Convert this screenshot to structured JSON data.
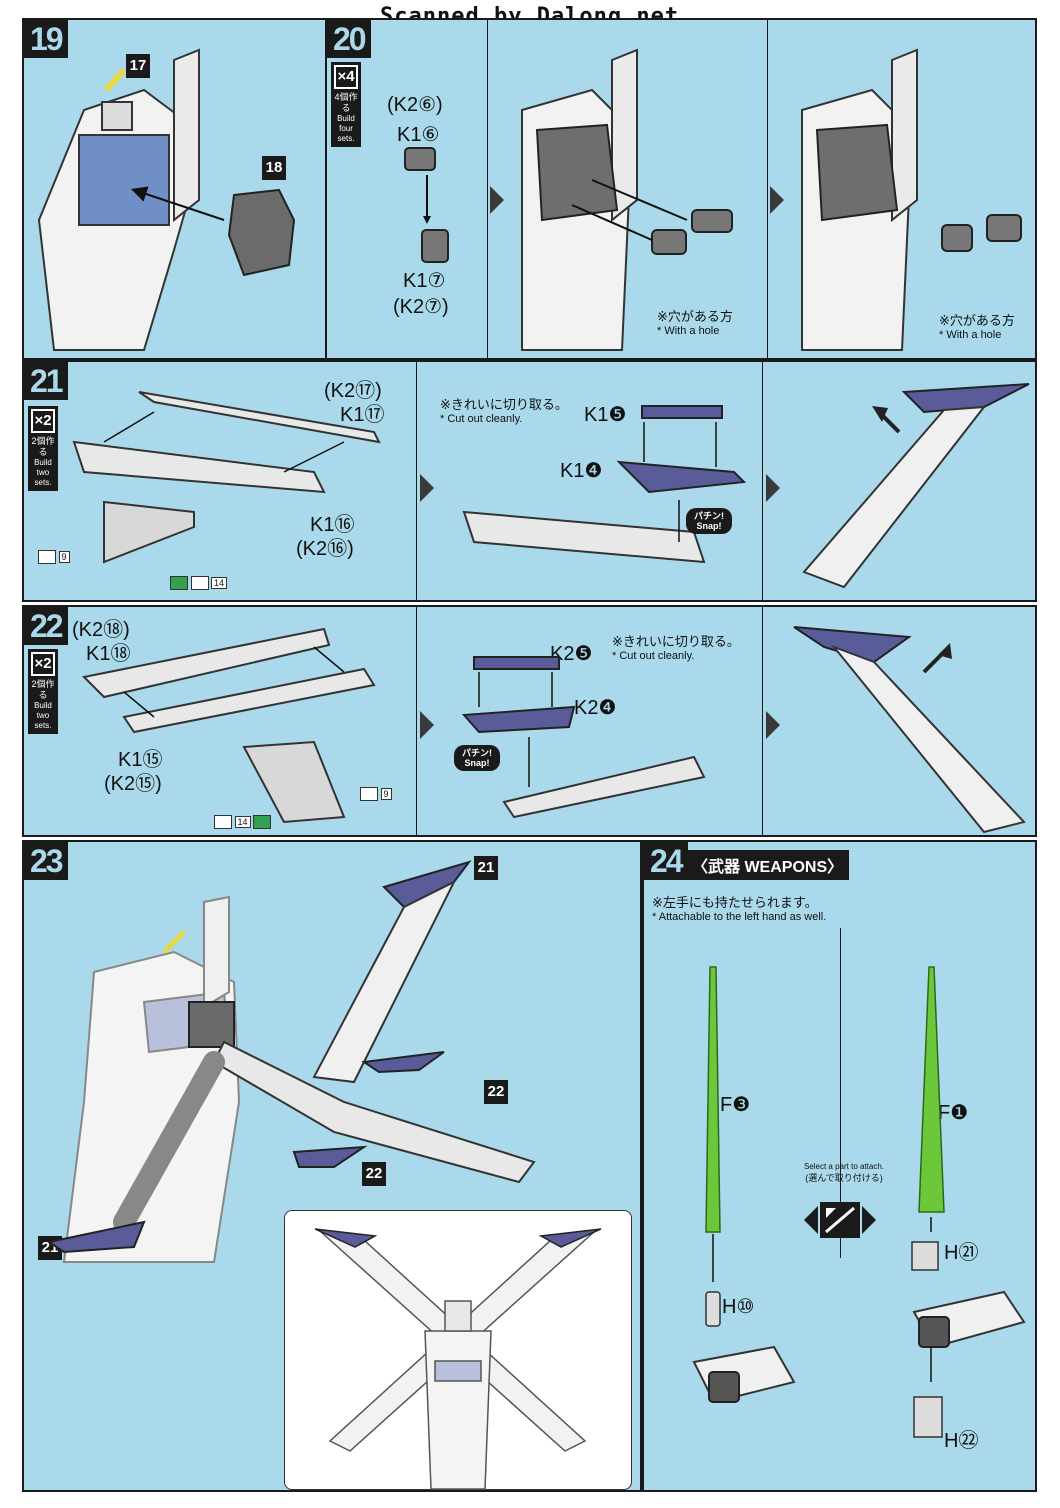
{
  "header": {
    "scan_credit": "Scanned by Dalong.net"
  },
  "step19": {
    "number": "19",
    "ref_a": "17",
    "ref_b": "18"
  },
  "step20": {
    "number": "20",
    "mult": {
      "count": "×4",
      "jp": "4個作る",
      "en": "Build four sets."
    },
    "parts": [
      "(K2⑥)",
      "K1⑥",
      "K1⑦",
      "(K2⑦)"
    ],
    "hole_note_jp": "※穴がある方",
    "hole_note_en": "* With a hole"
  },
  "step21": {
    "number": "21",
    "mult": {
      "count": "×2",
      "jp": "2個作る",
      "en": "Build two sets."
    },
    "parts_top": [
      "(K2⑰)",
      "K1⑰"
    ],
    "parts_bottom": [
      "K1⑯",
      "(K2⑯)"
    ],
    "cut_note_jp": "※きれいに切り取る。",
    "cut_note_en": "* Cut out cleanly.",
    "part_upper": "K1❺",
    "part_lower": "K1❹",
    "snap_label": "パチン! Snap!",
    "decal_a": "9",
    "decal_b": "14"
  },
  "step22": {
    "number": "22",
    "mult": {
      "count": "×2",
      "jp": "2個作る",
      "en": "Build two sets."
    },
    "parts_top": [
      "(K2⑱)",
      "K1⑱"
    ],
    "parts_bottom": [
      "K1⑮",
      "(K2⑮)"
    ],
    "cut_note_jp": "※きれいに切り取る。",
    "cut_note_en": "* Cut out cleanly.",
    "part_upper": "K2❺",
    "part_lower": "K2❹",
    "snap_label": "パチン! Snap!",
    "decal_a": "9",
    "decal_b": "14"
  },
  "step23": {
    "number": "23",
    "refs": [
      "21",
      "22",
      "22",
      "21"
    ]
  },
  "step24": {
    "number": "24",
    "title": "〈武器 WEAPONS〉",
    "note_jp": "※左手にも持たせられます。",
    "note_en": "* Attachable to the left hand as well.",
    "select_en": "Select a part to attach.",
    "select_jp": "(選んで取り付ける)",
    "left_parts": [
      "F❸",
      "H⑩"
    ],
    "right_parts": [
      "F❶",
      "H㉑",
      "H㉒"
    ]
  },
  "colors": {
    "panel": "#a9d9ea",
    "armor_blue": "#5a5c9a",
    "beam_green": "#6cc83a",
    "ink": "#1a1a1a"
  }
}
